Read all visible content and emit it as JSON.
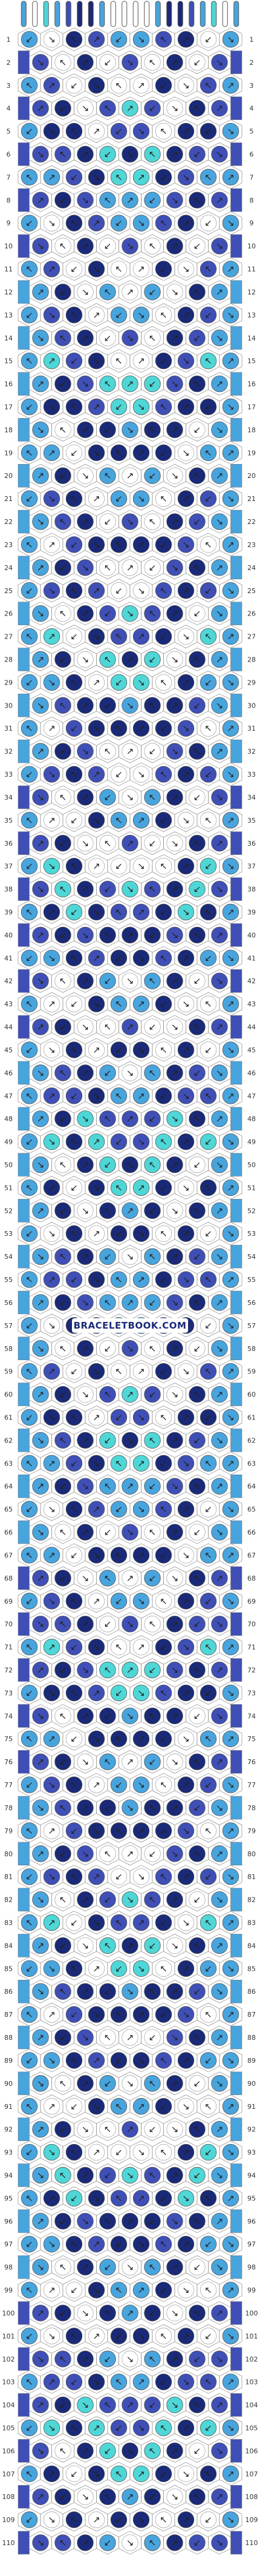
{
  "pattern": {
    "rows": 110,
    "knot_columns": 10,
    "strings": 20,
    "colors": {
      "navy": "#1a2a78",
      "royal": "#3f4fb6",
      "sky": "#48a4dd",
      "turquoise": "#4fd6d6",
      "white": "#ffffff"
    },
    "top_strings": [
      "sky",
      "white",
      "turquoise",
      "sky",
      "royal",
      "navy",
      "navy",
      "sky",
      "white",
      "white",
      "white",
      "white",
      "sky",
      "navy",
      "navy",
      "royal",
      "sky",
      "turquoise",
      "white",
      "sky"
    ],
    "grid_line_color": "#888888",
    "watermark": {
      "text": "BRACELETBOOK.COM",
      "color": "#1a2a78",
      "row": 57
    }
  }
}
